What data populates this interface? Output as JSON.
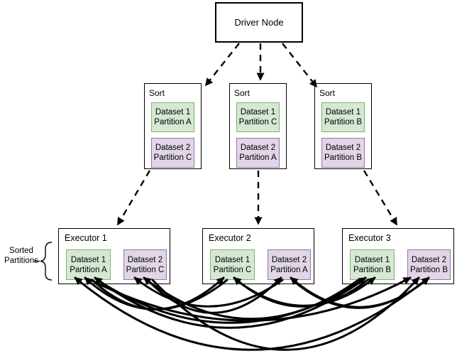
{
  "diagram": {
    "driver": {
      "label": "Driver Node"
    },
    "side_label": {
      "line1": "Sorted",
      "line2": "Partitions"
    },
    "sort_stages": [
      {
        "title": "Sort",
        "partitions": [
          {
            "line1": "Dataset 1",
            "line2": "Partition A",
            "color": "green"
          },
          {
            "line1": "Dataset 2",
            "line2": "Partition C",
            "color": "purple"
          }
        ]
      },
      {
        "title": "Sort",
        "partitions": [
          {
            "line1": "Dataset 1",
            "line2": "Partition C",
            "color": "green"
          },
          {
            "line1": "Dataset 2",
            "line2": "Partition A",
            "color": "purple"
          }
        ]
      },
      {
        "title": "Sort",
        "partitions": [
          {
            "line1": "Dataset 1",
            "line2": "Partition B",
            "color": "green"
          },
          {
            "line1": "Dataset 2",
            "line2": "Partition B",
            "color": "purple"
          }
        ]
      }
    ],
    "executors": [
      {
        "title": "Executor 1",
        "partitions": [
          {
            "line1": "Dataset 1",
            "line2": "Partition A",
            "color": "green"
          },
          {
            "line1": "Dataset 2",
            "line2": "Partition C",
            "color": "purple"
          }
        ]
      },
      {
        "title": "Executor 2",
        "partitions": [
          {
            "line1": "Dataset 1",
            "line2": "Partition C",
            "color": "green"
          },
          {
            "line1": "Dataset 2",
            "line2": "Partition A",
            "color": "purple"
          }
        ]
      },
      {
        "title": "Executor 3",
        "partitions": [
          {
            "line1": "Dataset 1",
            "line2": "Partition B",
            "color": "green"
          },
          {
            "line1": "Dataset 2",
            "line2": "Partition B",
            "color": "purple"
          }
        ]
      }
    ],
    "colors": {
      "dataset1_fill": "#d5e8d4",
      "dataset1_border": "#82b366",
      "dataset2_fill": "#e1d5e7",
      "dataset2_border": "#9673a6",
      "line": "#000000",
      "box_fill": "#ffffff",
      "background": "#ffffff"
    }
  }
}
